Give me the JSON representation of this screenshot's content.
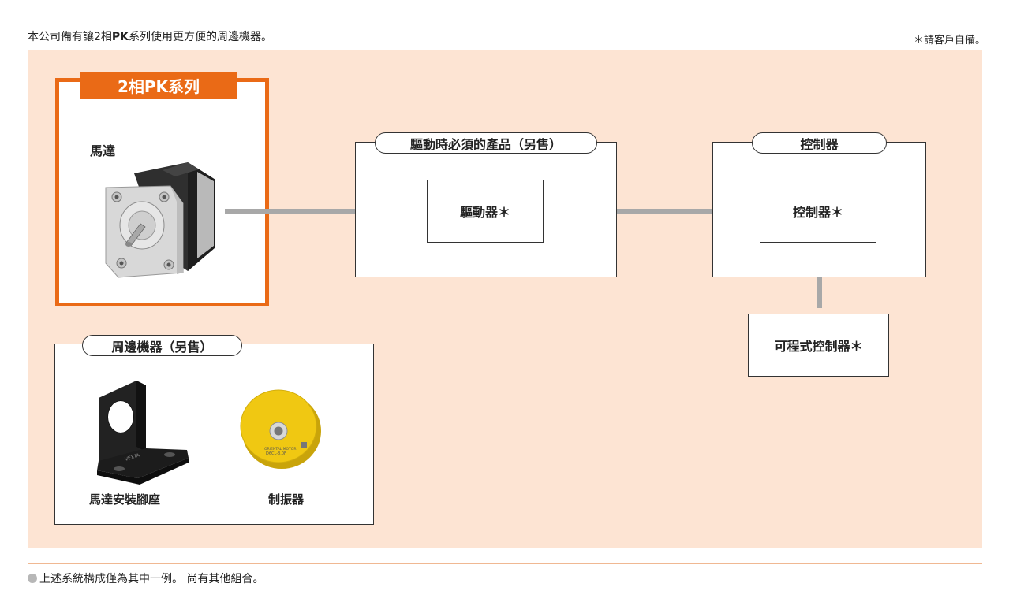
{
  "intro": {
    "before": "本公司備有讓2相",
    "bold": "PK",
    "after": "系列使用更方便的周邊機器。"
  },
  "note_right": "＊請客戶自備。",
  "motor_series": {
    "title": "2相PK系列",
    "item_label": "馬達"
  },
  "drive_group": {
    "title": "驅動時必須的產品（另售）",
    "driver_label": "驅動器＊"
  },
  "controller_group": {
    "title": "控制器",
    "controller_label": "控制器＊"
  },
  "plc_label": "可程式控制器＊",
  "peripherals": {
    "title": "周邊機器（另售）",
    "items": [
      {
        "label": "馬達安裝腳座"
      },
      {
        "label": "制振器"
      }
    ]
  },
  "damper_print": {
    "brand": "ORIENTAL MOTOR",
    "model": "D6CL-8.0F"
  },
  "footer": "上述系統構成僅為其中一例。 尚有其他組合。",
  "colors": {
    "accent": "#ea6a16",
    "panel": "#fde4d3",
    "connector": "#a8a8a8"
  }
}
